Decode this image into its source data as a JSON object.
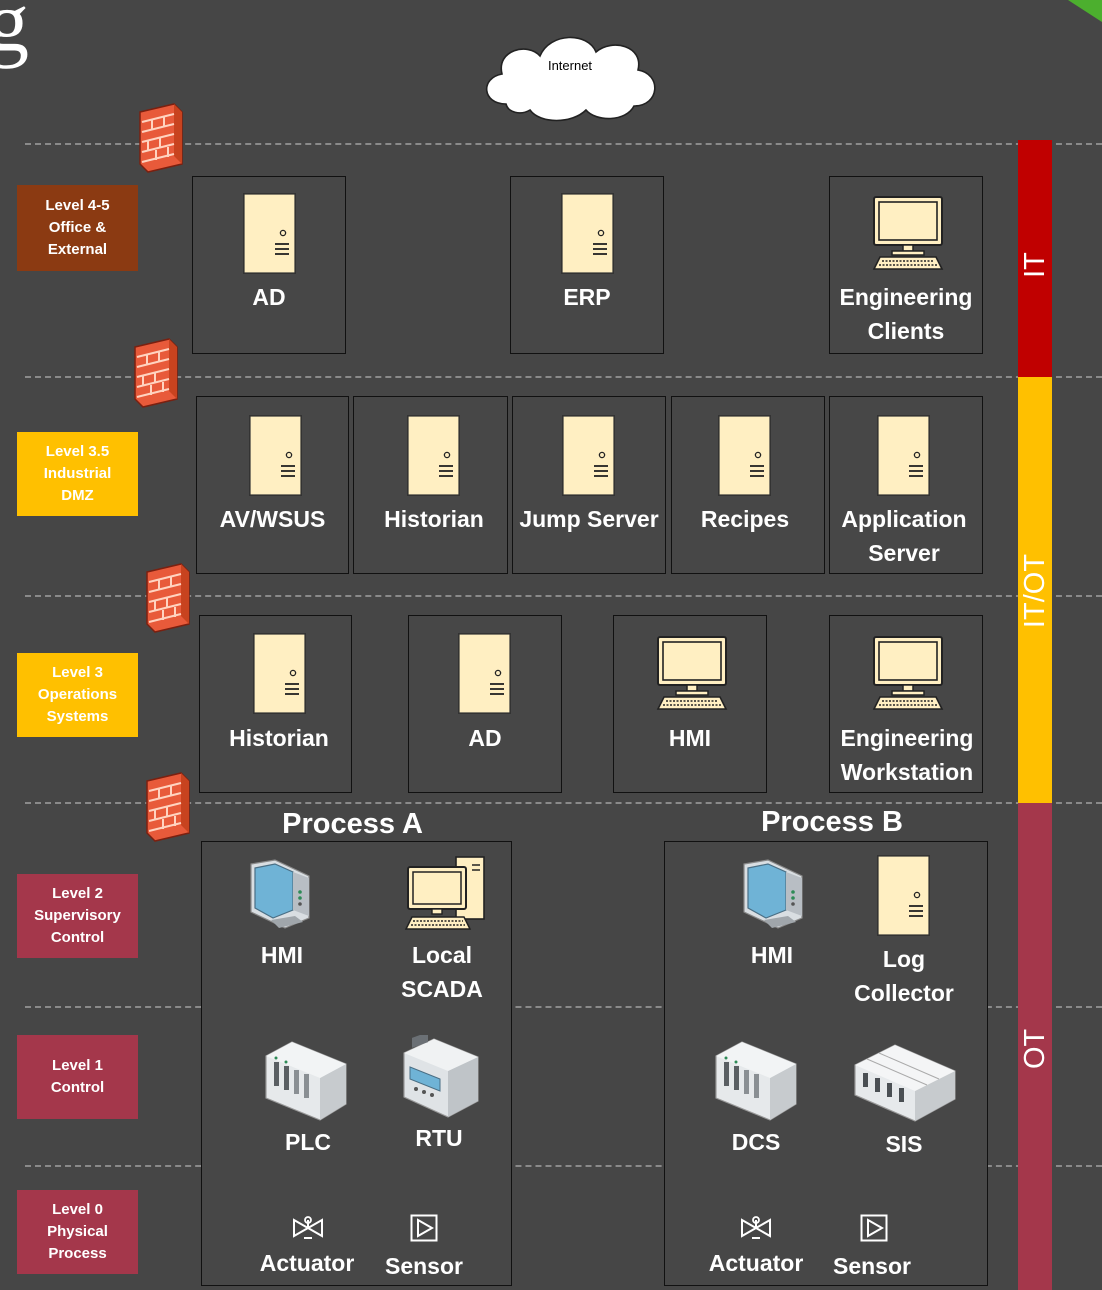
{
  "corner_text": "g",
  "internet_label": "Internet",
  "colors": {
    "it_band": "#C00000",
    "itot_band": "#FFC000",
    "ot_band": "#A4374B",
    "level45": "#8B3A12",
    "level35": "#FFC000",
    "level3": "#FFC000",
    "level_ot": "#A4374B",
    "background": "#464646"
  },
  "bands": {
    "it": "IT",
    "itot": "IT/OT",
    "ot": "OT"
  },
  "levels": [
    {
      "text": "Level 4-5\nOffice &\nExternal"
    },
    {
      "text": "Level 3.5\nIndustrial\nDMZ"
    },
    {
      "text": "Level 3\nOperations\nSystems"
    },
    {
      "text": "Level 2\nSupervisory\nControl"
    },
    {
      "text": "Level 1\nControl"
    },
    {
      "text": "Level 0\nPhysical\nProcess"
    }
  ],
  "level45_items": [
    {
      "label": "AD",
      "icon": "server-icon"
    },
    {
      "label": "ERP",
      "icon": "server-icon"
    },
    {
      "label": "Engineering\nClients",
      "icon": "workstation-icon"
    }
  ],
  "level35_items": [
    {
      "label": "AV/WSUS",
      "icon": "server-icon"
    },
    {
      "label": "Historian",
      "icon": "server-icon"
    },
    {
      "label": "Jump Server",
      "icon": "server-icon"
    },
    {
      "label": "Recipes",
      "icon": "server-icon"
    },
    {
      "label": "Application\nServer",
      "icon": "server-icon"
    }
  ],
  "level3_items": [
    {
      "label": "Historian",
      "icon": "server-icon"
    },
    {
      "label": "AD",
      "icon": "server-icon"
    },
    {
      "label": "HMI",
      "icon": "workstation-icon"
    },
    {
      "label": "Engineering\nWorkstation",
      "icon": "workstation-icon"
    }
  ],
  "process_a": {
    "title": "Process A",
    "l2": [
      {
        "label": "HMI",
        "icon": "hmi-panel-icon"
      },
      {
        "label": "Local\nSCADA",
        "icon": "scada-computer-icon"
      }
    ],
    "l1": [
      {
        "label": "PLC",
        "icon": "plc-icon"
      },
      {
        "label": "RTU",
        "icon": "rtu-icon"
      }
    ],
    "l0": [
      {
        "label": "Actuator",
        "icon": "actuator-valve-icon"
      },
      {
        "label": "Sensor",
        "icon": "sensor-icon"
      }
    ]
  },
  "process_b": {
    "title": "Process B",
    "l2": [
      {
        "label": "HMI",
        "icon": "hmi-panel-icon"
      },
      {
        "label": "Log\nCollector",
        "icon": "server-icon"
      }
    ],
    "l1": [
      {
        "label": "DCS",
        "icon": "dcs-icon"
      },
      {
        "label": "SIS",
        "icon": "sis-icon"
      }
    ],
    "l0": [
      {
        "label": "Actuator",
        "icon": "actuator-valve-icon"
      },
      {
        "label": "Sensor",
        "icon": "sensor-icon"
      }
    ]
  }
}
